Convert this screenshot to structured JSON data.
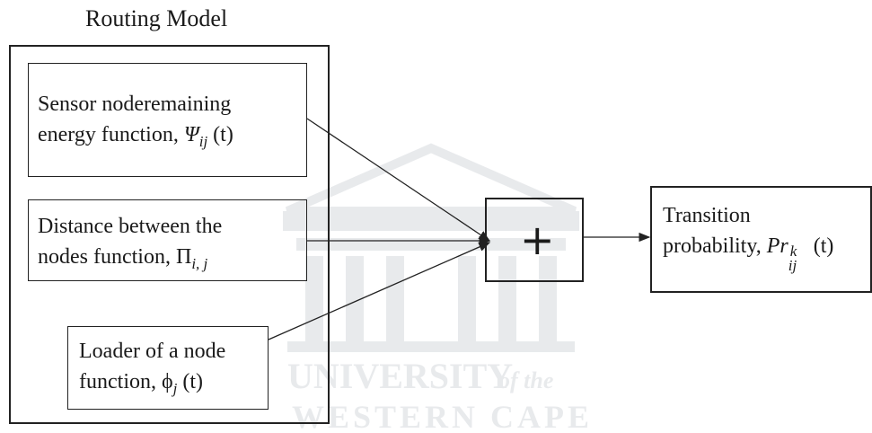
{
  "title": "Routing Model",
  "inputs": {
    "energy": {
      "line1": "Sensor noderemaining",
      "line2_prefix": "energy function, ",
      "symbol": "Ψ",
      "sub": "ij",
      "arg": " (t)"
    },
    "distance": {
      "line1": "Distance  between the",
      "line2_prefix": "nodes function, ",
      "symbol": "Π",
      "sub": "i, j"
    },
    "loader": {
      "line1": "Loader of a node",
      "line2_prefix": "function, ",
      "symbol": "ϕ",
      "sub": "j",
      "arg": " (t)"
    }
  },
  "sum_node": {
    "symbol": "+"
  },
  "output": {
    "line1": "Transition",
    "line2_prefix": "probability, ",
    "symbol": "Pr",
    "sup": "k",
    "sub": "ij",
    "arg": " (t)"
  },
  "watermark": {
    "line1": "UNIVERSITY",
    "line1_suffix": "of the",
    "line2": "WESTERN CAPE"
  }
}
